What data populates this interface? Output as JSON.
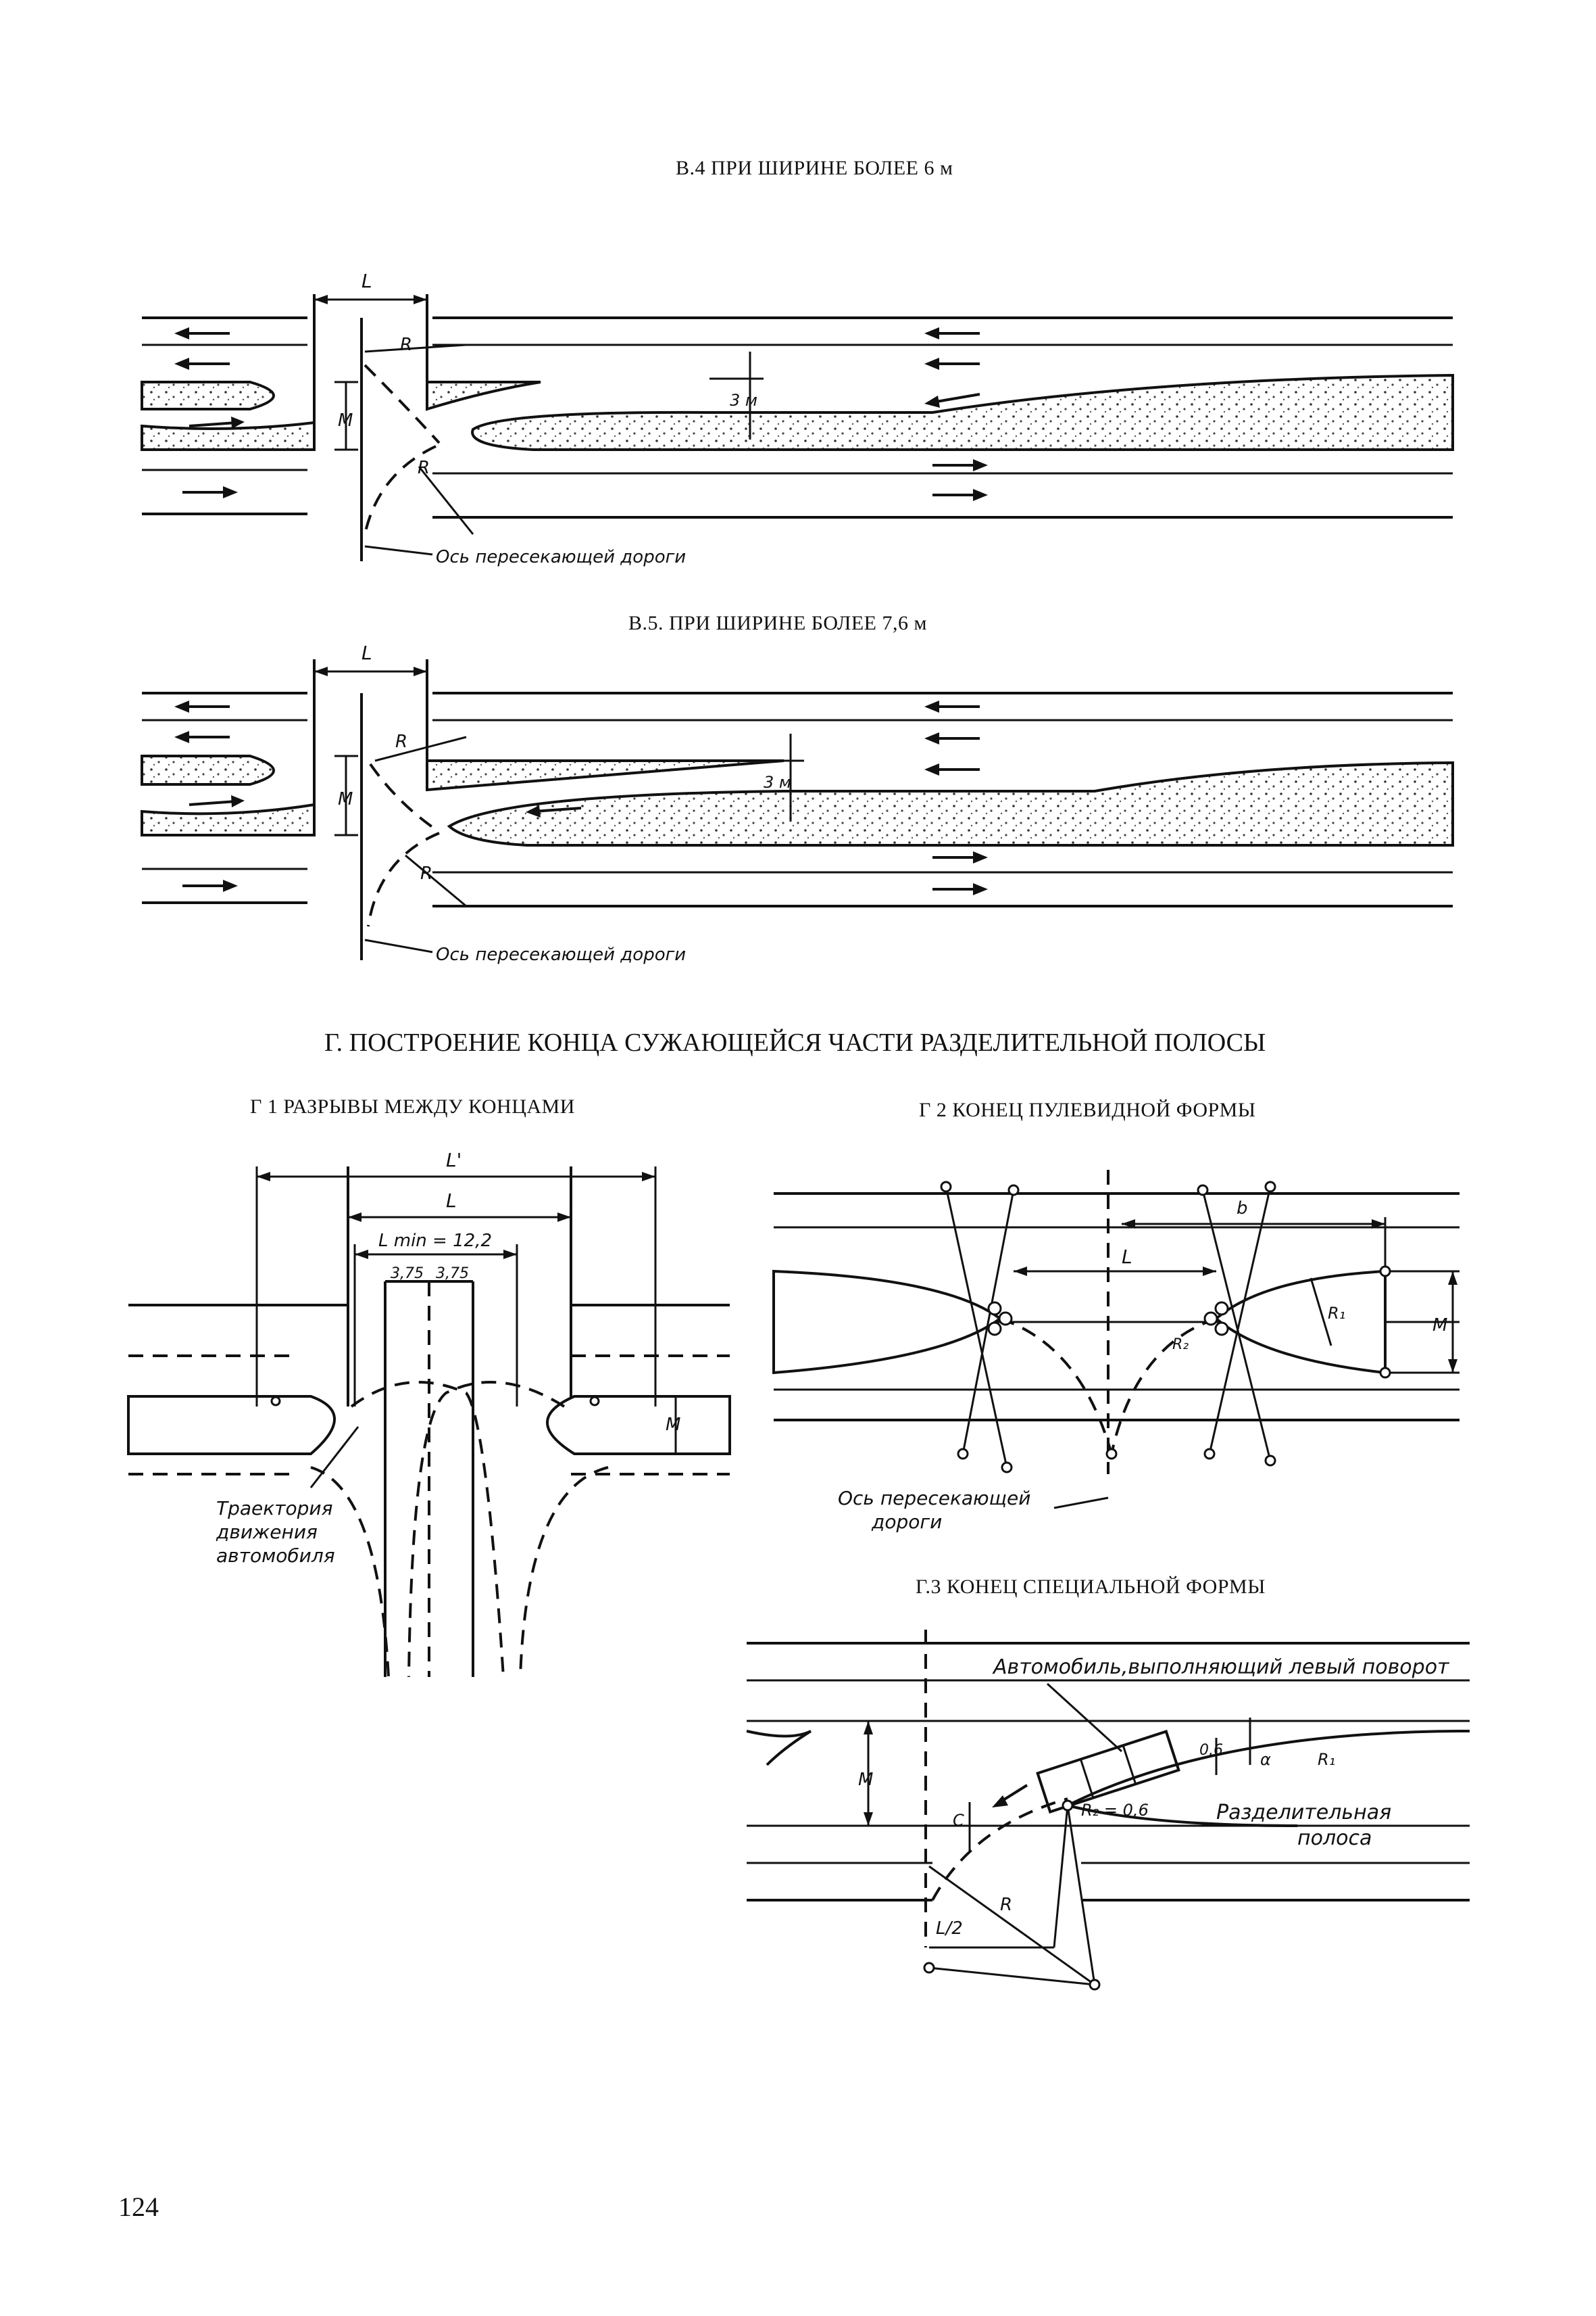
{
  "captions": {
    "b4": "В.4  ПРИ ШИРИНЕ БОЛЕЕ 6 м",
    "b5": "В.5. ПРИ ШИРИНЕ БОЛЕЕ 7,6 м",
    "section": "Г. ПОСТРОЕНИЕ КОНЦА СУЖАЮЩЕЙСЯ ЧАСТИ РАЗДЕЛИТЕЛЬНОЙ ПОЛОСЫ",
    "g1": "Г 1  РАЗРЫВЫ МЕЖДУ КОНЦАМИ",
    "g2": "Г 2  КОНЕЦ ПУЛЕВИДНОЙ ФОРМЫ",
    "g3": "Г.3  КОНЕЦ СПЕЦИАЛЬНОЙ ФОРМЫ"
  },
  "labels": {
    "L": "L",
    "L_prime": "L'",
    "R": "R",
    "M": "M",
    "three_m": "3 м",
    "axis": "Ось  пересекающей  дороги",
    "axis_line1": "Ось  пересекающей",
    "axis_line2": "дороги",
    "Lmin": "L min = 12,2",
    "w1": "3,75",
    "w2": "3,75",
    "trajectory_1": "Траектория",
    "trajectory_2": "движения",
    "trajectory_3": "автомобиля",
    "b": "b",
    "R1": "R₁",
    "R2": "R₂",
    "car": "Автомобиль,выполняющий  левый  поворот",
    "d06": "0,6",
    "alpha": "α",
    "R2_eq": "R₂ = 0,6",
    "median_1": "Разделительная",
    "median_2": "полоса",
    "C": "C",
    "L_half": "L/2"
  },
  "page_number": "124"
}
